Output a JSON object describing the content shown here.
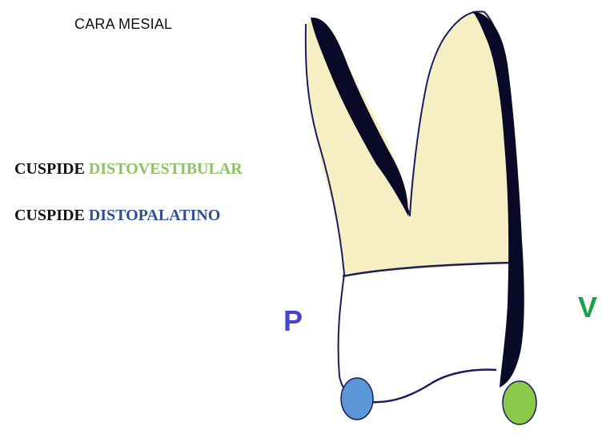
{
  "title": "CARA MESIAL",
  "labels": [
    {
      "prefix": "CUSPIDE",
      "name": "DISTOVESTIBULAR",
      "color": "#8cc262"
    },
    {
      "prefix": "CUSPIDE",
      "name": "DISTOPALATINO",
      "color": "#2f4f92"
    }
  ],
  "sides": {
    "palatal": {
      "text": "P",
      "color": "#4545cf"
    },
    "vestibular": {
      "text": "V",
      "color": "#16a24a"
    }
  },
  "colors": {
    "root_fill": "#f7efc4",
    "crown_fill": "#ffffff",
    "outline": "#1c1c5c",
    "enamel_thick": "#0a0a28",
    "cusp_palatal": "#5b97d6",
    "cusp_vestibular": "#8cc84a"
  }
}
